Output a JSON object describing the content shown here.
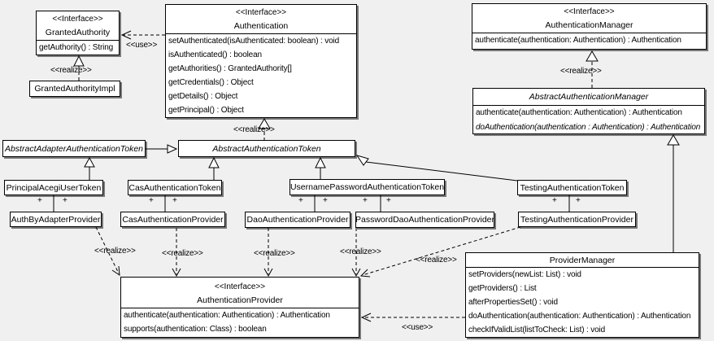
{
  "diagram": {
    "type": "uml-class-diagram",
    "stereotype_interface": "<<Interface>>",
    "label_realize": "<<realize>>",
    "label_use": "<<use>>",
    "plus": "+",
    "colors": {
      "background": "#f0f0f0",
      "box_fill": "#ffffff",
      "line": "#000000"
    }
  },
  "classes": {
    "granted_authority": {
      "stereotype": "<<Interface>>",
      "name": "GrantedAuthority",
      "methods": [
        "getAuthority() : String"
      ]
    },
    "granted_authority_impl": {
      "name": "GrantedAuthorityImpl"
    },
    "authentication": {
      "stereotype": "<<Interface>>",
      "name": "Authentication",
      "methods": [
        "setAuthenticated(isAuthenticated: boolean) : void",
        "isAuthenticated() : boolean",
        "getAuthorities() : GrantedAuthority[]",
        "getCredentials() : Object",
        "getDetails() : Object",
        "getPrincipal() : Object"
      ]
    },
    "authentication_manager": {
      "stereotype": "<<Interface>>",
      "name": "AuthenticationManager",
      "methods": [
        "authenticate(authentication: Authentication) : Authentication"
      ]
    },
    "abstract_authentication_manager": {
      "name": "AbstractAuthenticationManager",
      "methods": [
        "authenticate(authentication: Authentication) : Authentication",
        "doAuthentication(authentication : Authentication) : Authentication"
      ]
    },
    "abstract_adapter_authentication_token": {
      "name": "AbstractAdapterAuthenticationToken"
    },
    "abstract_authentication_token": {
      "name": "AbstractAuthenticationToken"
    },
    "principal_acegi_user_token": {
      "name": "PrincipalAcegiUserToken"
    },
    "cas_authentication_token": {
      "name": "CasAuthenticationToken"
    },
    "username_password_authentication_token": {
      "name": "UsernamePasswordAuthenticationToken"
    },
    "testing_authentication_token": {
      "name": "TestingAuthenticationToken"
    },
    "auth_by_adapter_provider": {
      "name": "AuthByAdapterProvider"
    },
    "cas_authentication_provider": {
      "name": "CasAuthenticationProvider"
    },
    "dao_authentication_provider": {
      "name": "DaoAuthenticationProvider"
    },
    "password_dao_authentication_provider": {
      "name": "PasswordDaoAuthenticationProvider"
    },
    "testing_authentication_provider": {
      "name": "TestingAuthenticationProvider"
    },
    "authentication_provider": {
      "stereotype": "<<Interface>>",
      "name": "AuthenticationProvider",
      "methods": [
        "authenticate(authentication: Authentication) : Authentication",
        "supports(authentication: Class) : boolean"
      ]
    },
    "provider_manager": {
      "name": "ProviderManager",
      "methods": [
        "setProviders(newList: List) : void",
        "getProviders() : List",
        "afterPropertiesSet() : void",
        "doAuthentication(authentication: Authentication) : Authentication",
        "checkIfValidList(listToCheck: List) : void"
      ]
    }
  }
}
